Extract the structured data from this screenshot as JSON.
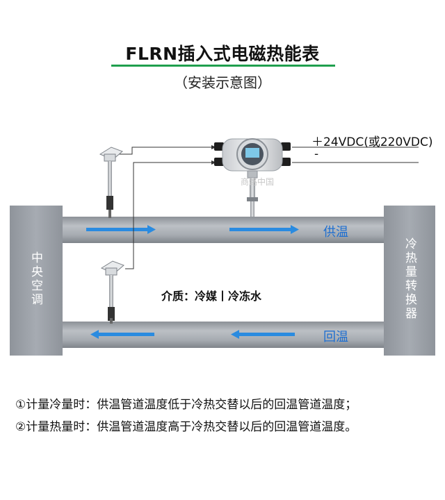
{
  "title": "FLRN插入式电磁热能表",
  "subtitle": "（安装示意图）",
  "power_positive": "＋24VDC(或220VDC)",
  "power_negative": "-",
  "supply_label": "供温",
  "return_label": "回温",
  "left_unit_label": "中央空调",
  "right_unit_label": "冷热量转换器",
  "medium_label": "介质：冷媒丨冷冻水",
  "notes": [
    "①计量冷量时：供温管道温度低于冷热交替以后的回温管道温度；",
    "②计量热量时：供温管道温度高于冷热交替以后的回温管道温度。"
  ],
  "watermark": "商路中国",
  "colors": {
    "pipe": "#a6abb1",
    "unit": "#999ea5",
    "arrow": "#2a8be0",
    "title_bar": "#1f9f4d"
  }
}
